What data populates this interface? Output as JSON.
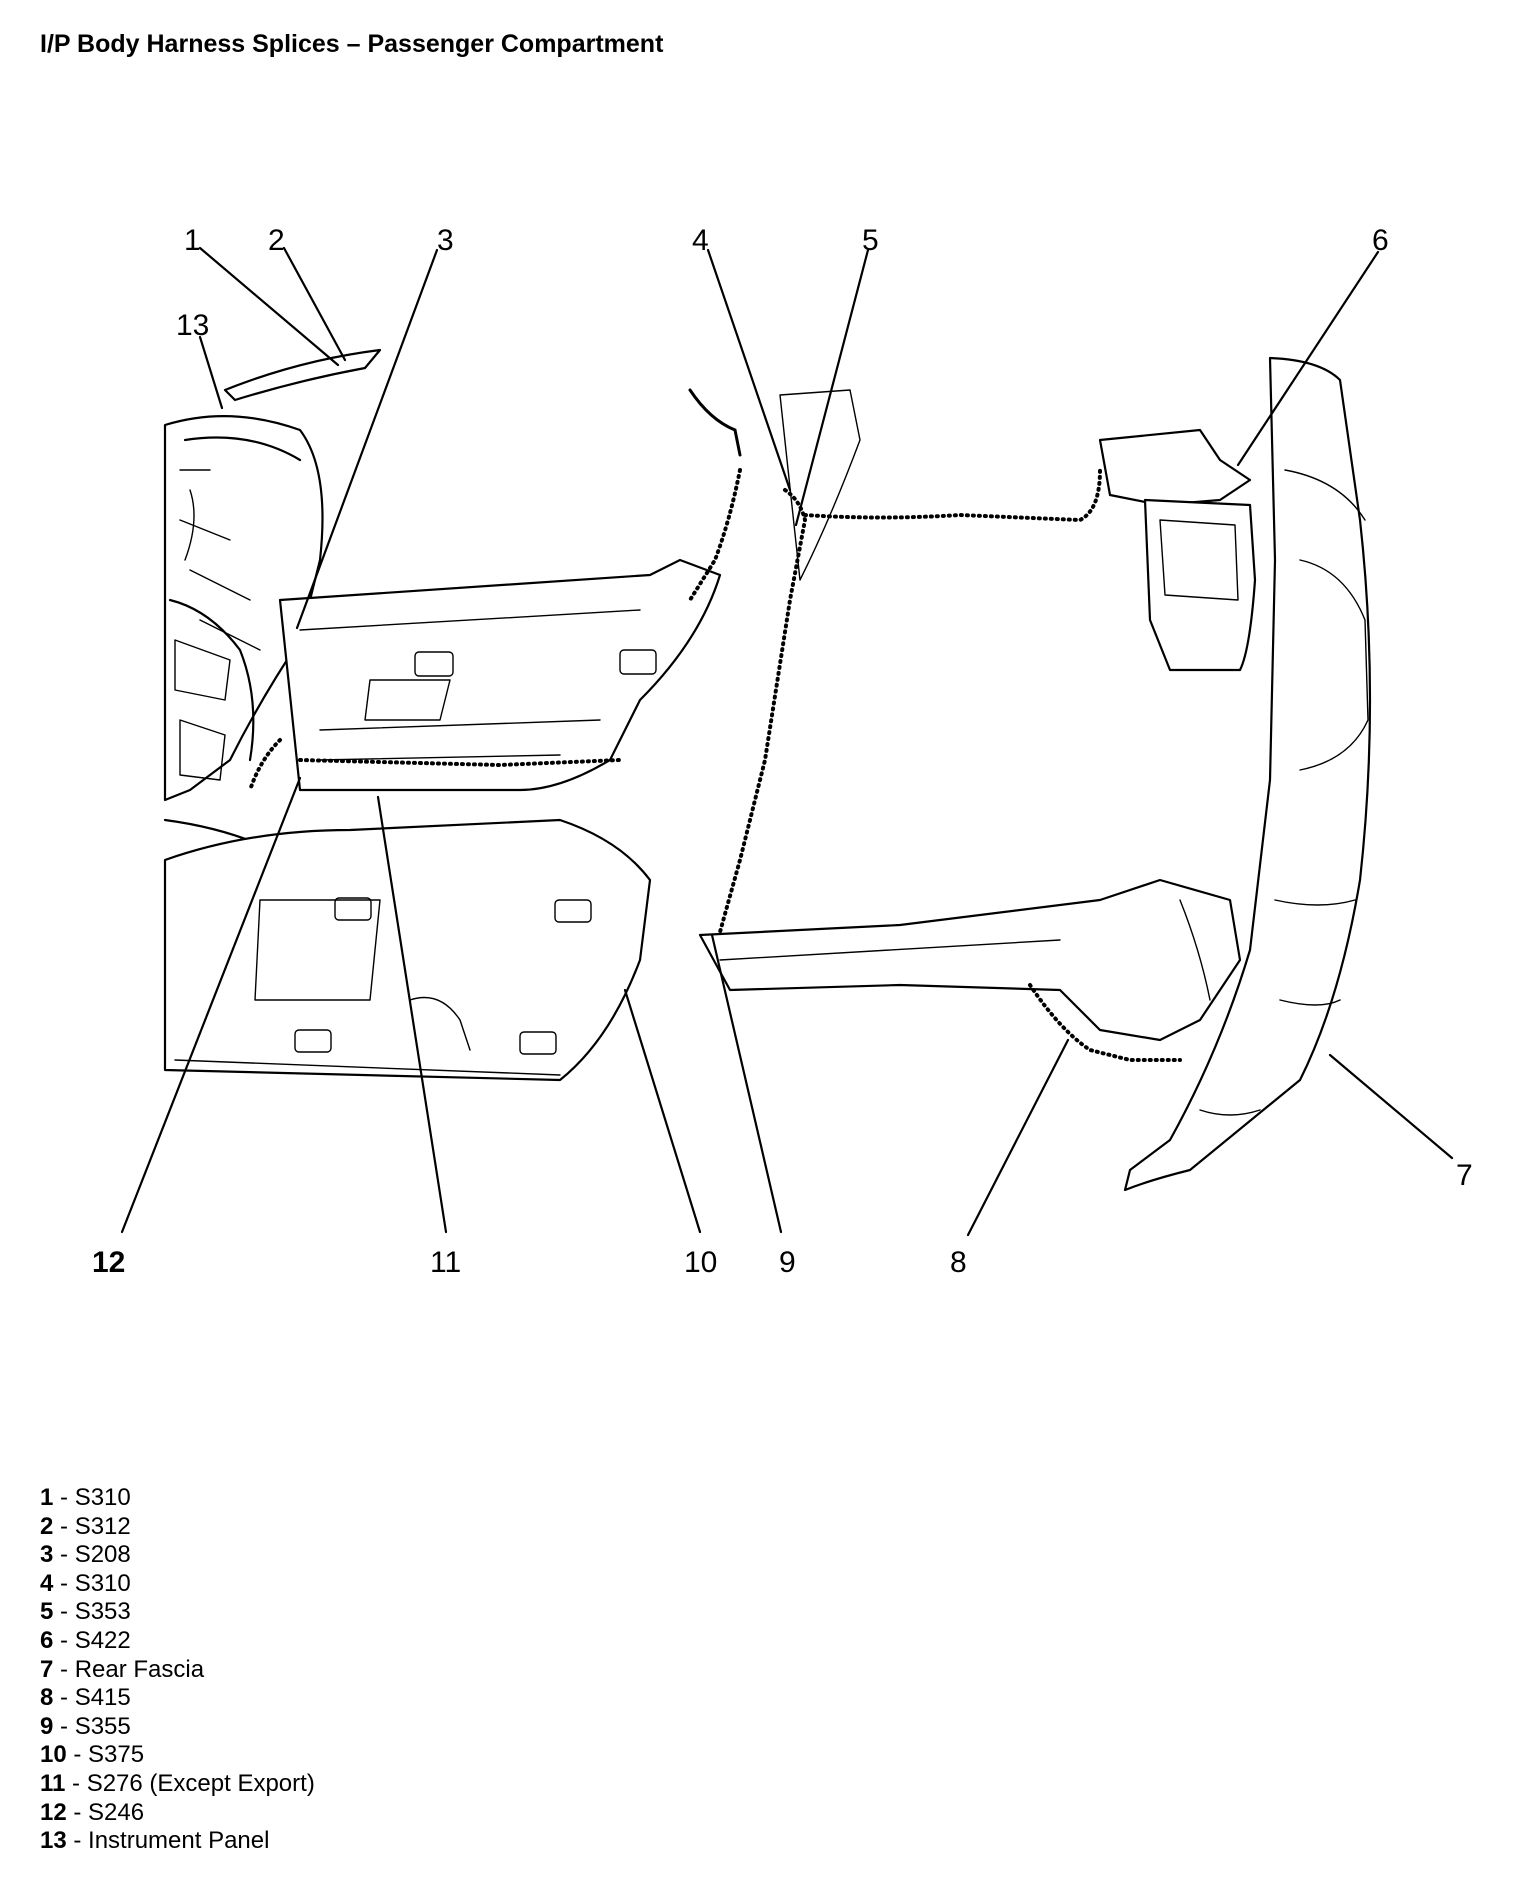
{
  "title": "I/P Body Harness Splices – Passenger Compartment",
  "callouts": [
    {
      "id": "1",
      "label": "1"
    },
    {
      "id": "2",
      "label": "2"
    },
    {
      "id": "3",
      "label": "3"
    },
    {
      "id": "4",
      "label": "4"
    },
    {
      "id": "5",
      "label": "5"
    },
    {
      "id": "6",
      "label": "6"
    },
    {
      "id": "7",
      "label": "7"
    },
    {
      "id": "8",
      "label": "8"
    },
    {
      "id": "9",
      "label": "9"
    },
    {
      "id": "10",
      "label": "10"
    },
    {
      "id": "11",
      "label": "11"
    },
    {
      "id": "12",
      "label": "12"
    },
    {
      "id": "13",
      "label": "13"
    }
  ],
  "legend": [
    {
      "num": "1",
      "sep": " - ",
      "text": "S310"
    },
    {
      "num": "2",
      "sep": " - ",
      "text": "S312"
    },
    {
      "num": "3",
      "sep": " - ",
      "text": "S208"
    },
    {
      "num": "4",
      "sep": " - ",
      "text": "S310"
    },
    {
      "num": "5",
      "sep": " - ",
      "text": "S353"
    },
    {
      "num": "6",
      "sep": " - ",
      "text": "S422"
    },
    {
      "num": "7",
      "sep": " - ",
      "text": "Rear Fascia"
    },
    {
      "num": "8",
      "sep": " - ",
      "text": "S415"
    },
    {
      "num": "9",
      "sep": " - ",
      "text": "S355"
    },
    {
      "num": "10",
      "sep": " - ",
      "text": "S375"
    },
    {
      "num": "11",
      "sep": " - ",
      "text": "S276 (Except Export)"
    },
    {
      "num": "12",
      "sep": " - ",
      "text": "S246"
    },
    {
      "num": "13",
      "sep": " - ",
      "text": "Instrument Panel"
    }
  ]
}
